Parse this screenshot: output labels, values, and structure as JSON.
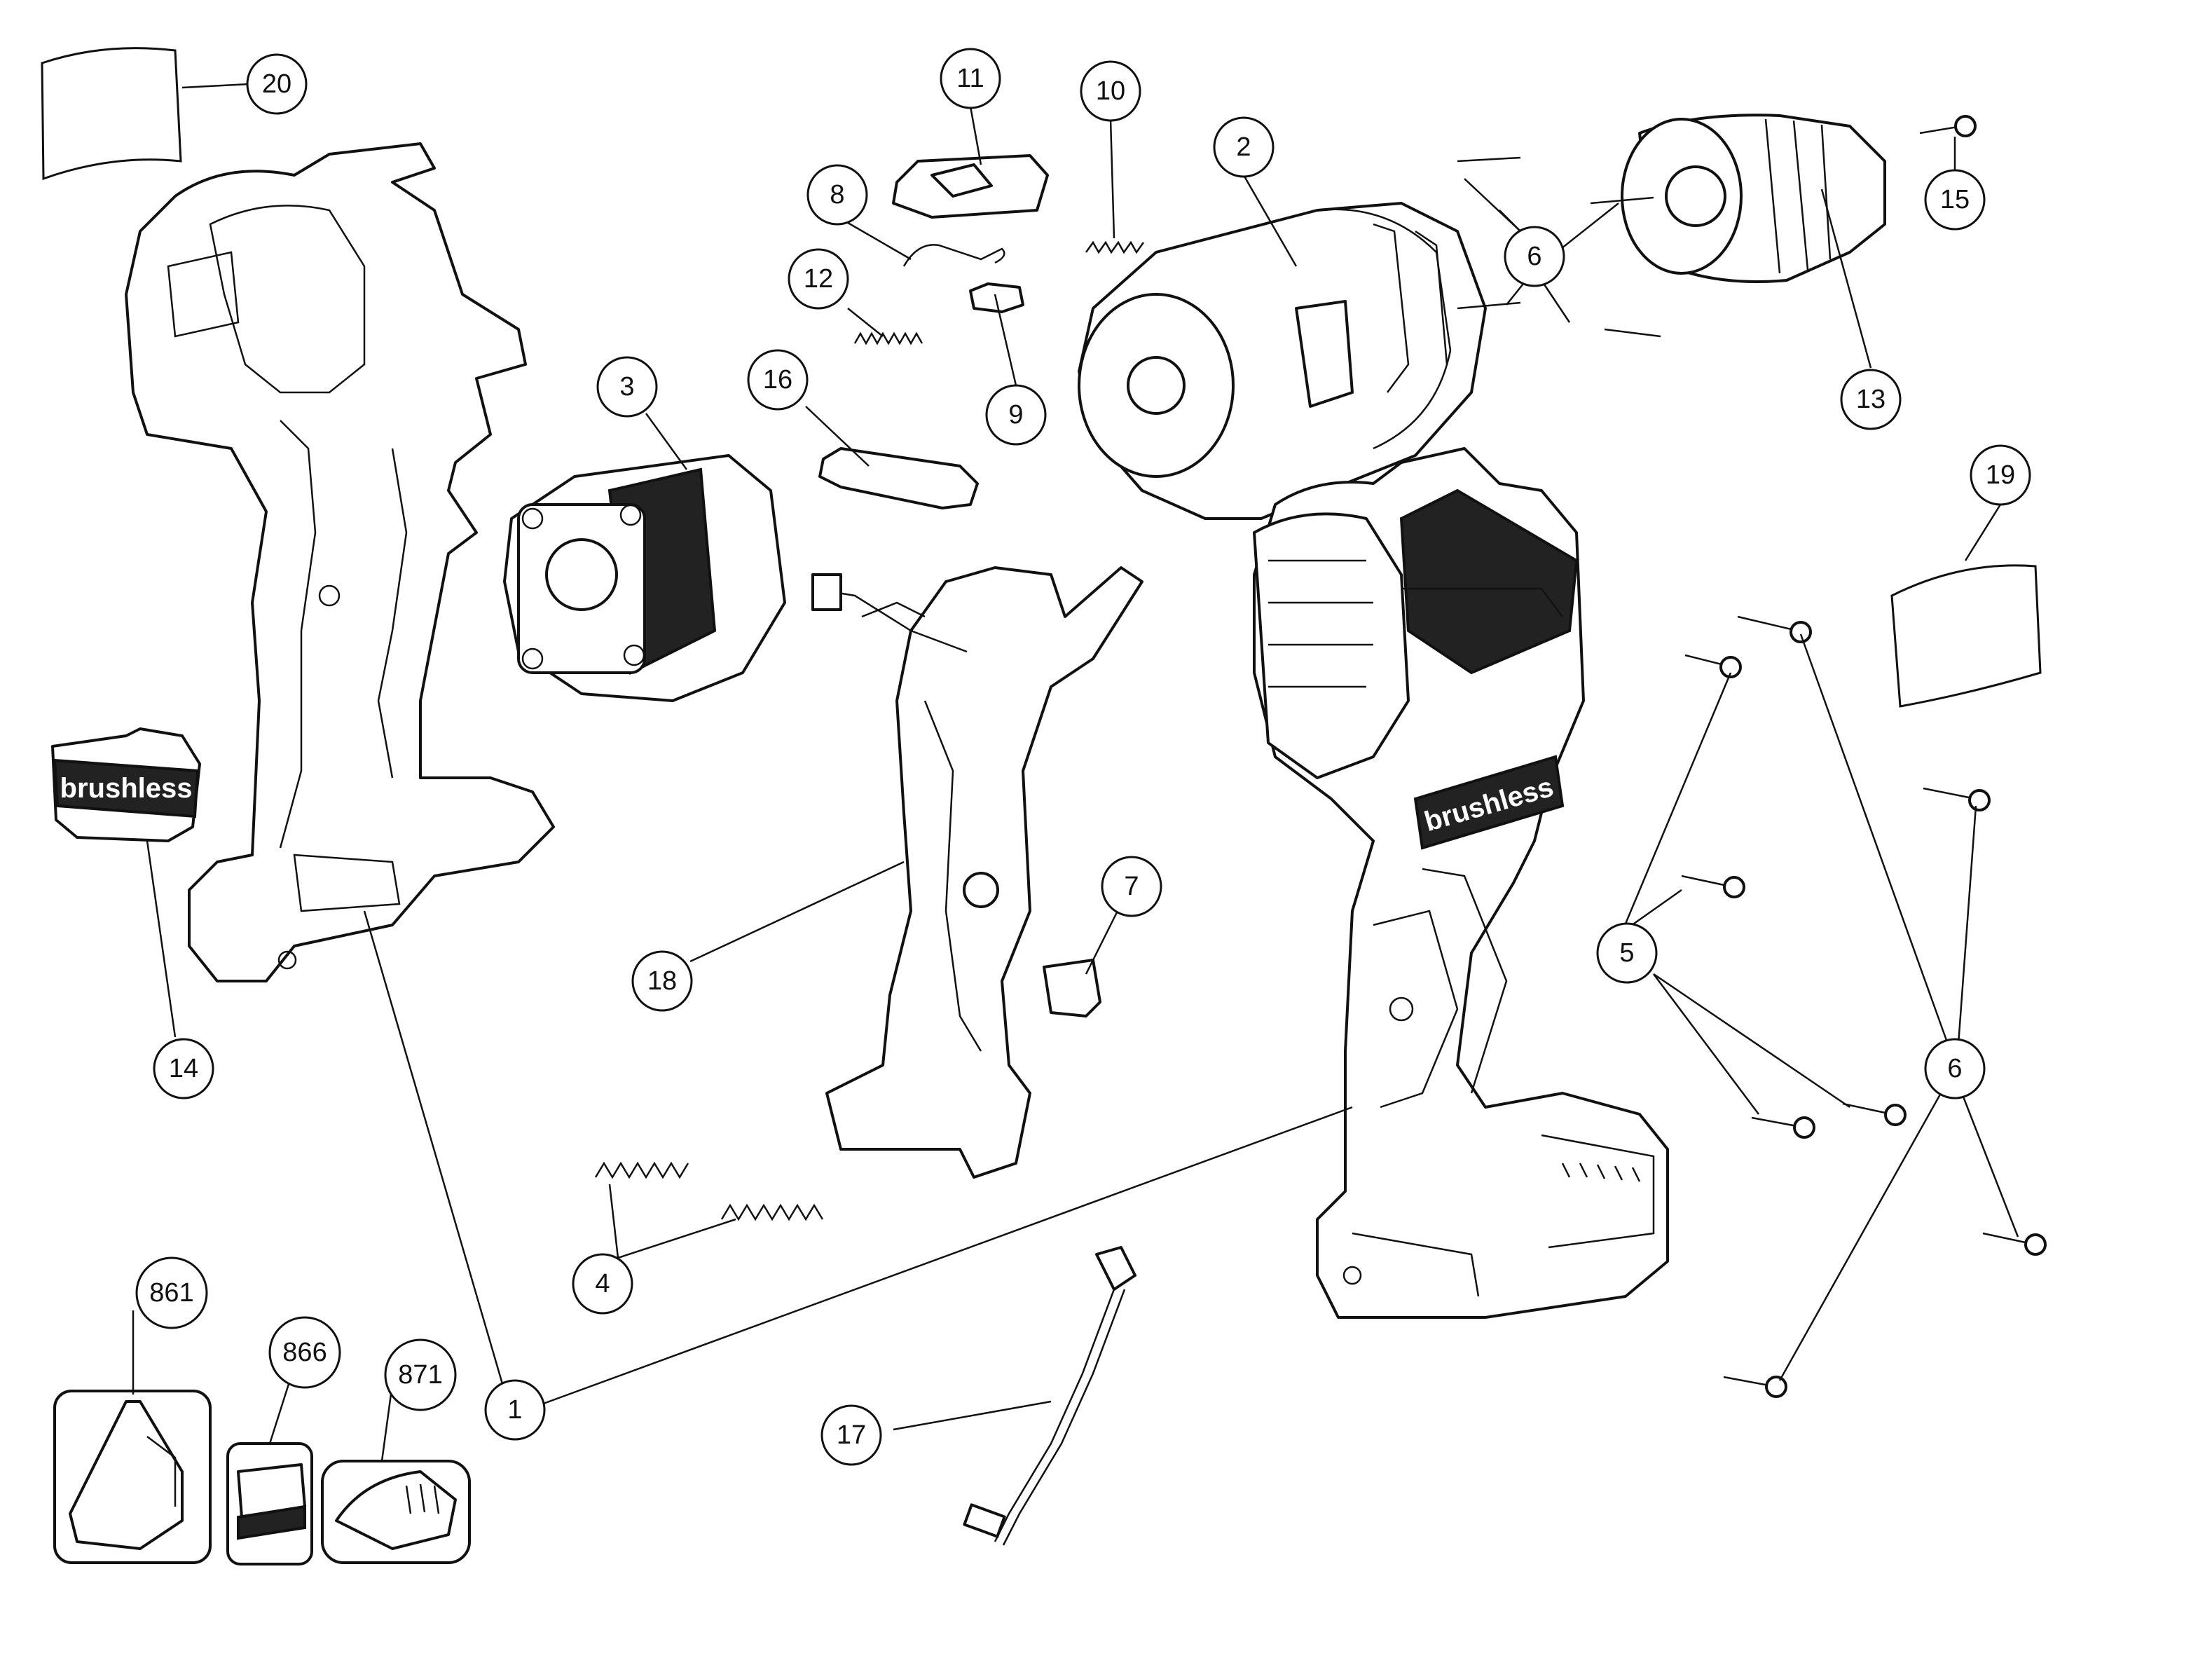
{
  "callouts": {
    "c20": "20",
    "c11": "11",
    "c10": "10",
    "c2": "2",
    "c8": "8",
    "c12": "12",
    "c9": "9",
    "c3": "3",
    "c16": "16",
    "c6a": "6",
    "c15": "15",
    "c13": "13",
    "c19": "19",
    "c14": "14",
    "c18": "18",
    "c7": "7",
    "c5": "5",
    "c6b": "6",
    "c4": "4",
    "c1": "1",
    "c17": "17",
    "c861": "861",
    "c866": "866",
    "c871": "871"
  },
  "labels": {
    "brushless_cap": "brushless",
    "brushless_housing": "brushless"
  },
  "colors": {
    "line": "#111111",
    "background": "#ffffff"
  }
}
